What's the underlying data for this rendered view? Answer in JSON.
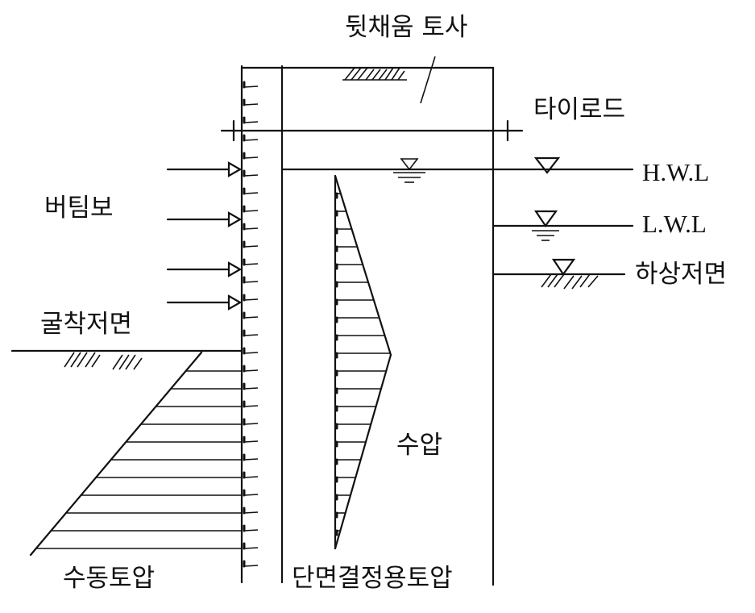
{
  "labels": {
    "backfill": "뒷채움 토사",
    "tierod": "타이로드",
    "hwl": "H.W.L",
    "lwl": "L.W.L",
    "strut": "버팀보",
    "riverbed": "하상저면",
    "excavation": "굴착저면",
    "water_pressure": "수압",
    "passive_pressure": "수동토압",
    "design_pressure": "단면결정용토압"
  }
}
